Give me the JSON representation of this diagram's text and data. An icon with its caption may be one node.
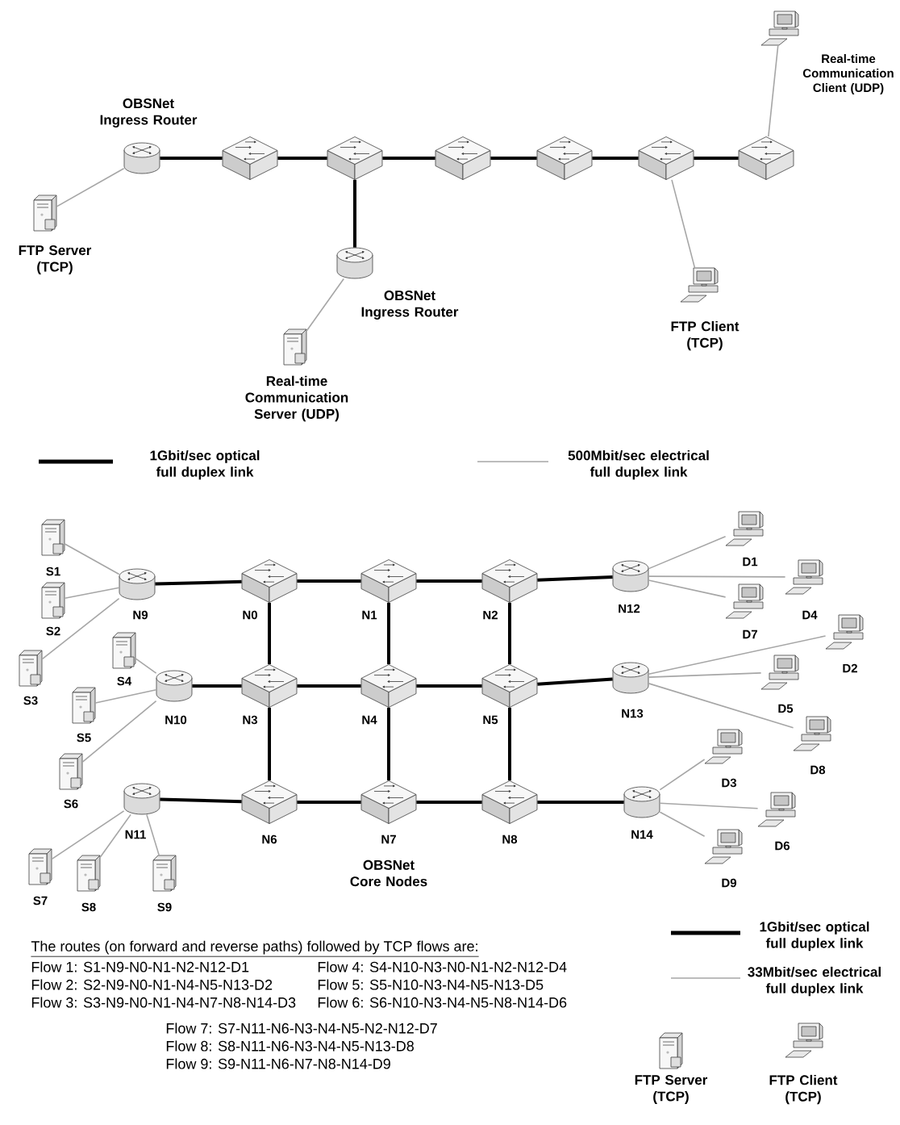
{
  "diagram": {
    "nodes": [
      {
        "text": [
          "Real-time Communication Client (UDP)"
        ]
      },
      {
        "text": [
          "OBSNet Ingress Router"
        ]
      },
      {
        "text": [],
        "shape": "picture"
      },
      {
        "text": [],
        "shape": "picture"
      },
      {
        "text": [],
        "shape": "picture"
      },
      {
        "text": [],
        "shape": "picture"
      },
      {
        "text": [],
        "shape": "picture"
      },
      {
        "text": [],
        "shape": "picture"
      },
      {
        "text": [
          "FTP Server (TCP)"
        ]
      },
      {
        "text": [
          "OBSNet Ingress Router"
        ]
      },
      {
        "text": [
          "FTP Client (TCP)"
        ]
      },
      {
        "text": [
          "Real-time Communication Server (UDP)"
        ]
      },
      {
        "text": [
          "N0"
        ]
      },
      {
        "text": [
          "N1"
        ]
      },
      {
        "text": [
          "N2"
        ]
      },
      {
        "text": [
          "N3"
        ]
      },
      {
        "text": [
          "N4"
        ]
      },
      {
        "text": [
          "N5"
        ]
      },
      {
        "text": [
          "N6"
        ]
      },
      {
        "text": [
          "N7"
        ]
      },
      {
        "text": [
          "N8"
        ]
      },
      {
        "text": [
          "N9"
        ]
      },
      {
        "text": [
          "N10"
        ]
      },
      {
        "text": [
          "N11"
        ]
      },
      {
        "text": [
          "N12"
        ]
      },
      {
        "text": [
          "N13"
        ]
      },
      {
        "text": [
          "N14"
        ]
      },
      {
        "text": [
          "S1"
        ]
      },
      {
        "text": [
          "S2"
        ]
      },
      {
        "text": [
          "S3"
        ]
      },
      {
        "text": [
          "S4"
        ]
      },
      {
        "text": [
          "S5"
        ]
      },
      {
        "text": [
          "S6"
        ]
      },
      {
        "text": [
          "S7"
        ]
      },
      {
        "text": [
          "S8"
        ]
      },
      {
        "text": [
          "S9"
        ]
      },
      {
        "text": [
          "D1"
        ]
      },
      {
        "text": [
          "D2"
        ]
      },
      {
        "text": [
          "D3"
        ]
      },
      {
        "text": [
          "D4"
        ]
      },
      {
        "text": [
          "D5"
        ]
      },
      {
        "text": [
          "D6"
        ]
      },
      {
        "text": [
          "D7"
        ]
      },
      {
        "text": [
          "D8"
        ]
      },
      {
        "text": [
          "D9"
        ]
      }
    ],
    "edges": [
      {
        "from": 1,
        "to": 2,
        "arrow": "none"
      },
      {
        "from": 2,
        "to": 3,
        "arrow": "none"
      },
      {
        "from": 3,
        "to": 4,
        "arrow": "none"
      },
      {
        "from": 4,
        "to": 5,
        "arrow": "none"
      },
      {
        "from": 5,
        "to": 6,
        "arrow": "none"
      },
      {
        "from": 6,
        "to": 7,
        "arrow": "none"
      },
      {
        "from": 3,
        "to": 9,
        "arrow": "none"
      },
      {
        "from": 8,
        "to": 1,
        "arrow": "none",
        "color": "#a6a6a6"
      },
      {
        "from": 11,
        "to": 9,
        "arrow": "none",
        "color": "#a6a6a6"
      },
      {
        "from": 6,
        "to": 10,
        "arrow": "none",
        "color": "#a6a6a6"
      },
      {
        "from": 7,
        "to": 0,
        "arrow": "none",
        "color": "#a6a6a6"
      },
      {
        "from": 21,
        "to": 12,
        "arrow": "none"
      },
      {
        "from": 12,
        "to": 13,
        "arrow": "none"
      },
      {
        "from": 13,
        "to": 14,
        "arrow": "none"
      },
      {
        "from": 14,
        "to": 24,
        "arrow": "none"
      },
      {
        "from": 22,
        "to": 15,
        "arrow": "none"
      },
      {
        "from": 15,
        "to": 16,
        "arrow": "none"
      },
      {
        "from": 16,
        "to": 17,
        "arrow": "none"
      },
      {
        "from": 17,
        "to": 25,
        "arrow": "none"
      },
      {
        "from": 23,
        "to": 18,
        "arrow": "none"
      },
      {
        "from": 18,
        "to": 19,
        "arrow": "none"
      },
      {
        "from": 19,
        "to": 20,
        "arrow": "none"
      },
      {
        "from": 20,
        "to": 26,
        "arrow": "none"
      },
      {
        "from": 12,
        "to": 15,
        "arrow": "none"
      },
      {
        "from": 15,
        "to": 18,
        "arrow": "none"
      },
      {
        "from": 13,
        "to": 16,
        "arrow": "none"
      },
      {
        "from": 16,
        "to": 19,
        "arrow": "none"
      },
      {
        "from": 14,
        "to": 17,
        "arrow": "none"
      },
      {
        "from": 17,
        "to": 20,
        "arrow": "none"
      },
      {
        "from": 27,
        "to": 21,
        "arrow": "none",
        "color": "#a6a6a6"
      },
      {
        "from": 28,
        "to": 21,
        "arrow": "none",
        "color": "#a6a6a6"
      },
      {
        "from": 29,
        "to": 21,
        "arrow": "none",
        "color": "#a6a6a6"
      },
      {
        "from": 30,
        "to": 22,
        "arrow": "none",
        "color": "#a6a6a6"
      },
      {
        "from": 31,
        "to": 22,
        "arrow": "none",
        "color": "#a6a6a6"
      },
      {
        "from": 32,
        "to": 22,
        "arrow": "none",
        "color": "#a6a6a6"
      },
      {
        "from": 33,
        "to": 23,
        "arrow": "none",
        "color": "#a6a6a6"
      },
      {
        "from": 34,
        "to": 23,
        "arrow": "none",
        "color": "#a6a6a6"
      },
      {
        "from": 35,
        "to": 23,
        "arrow": "none",
        "color": "#a6a6a6"
      },
      {
        "from": 24,
        "to": 36,
        "arrow": "none",
        "color": "#a6a6a6"
      },
      {
        "from": 24,
        "to": 39,
        "arrow": "none",
        "color": "#a6a6a6"
      },
      {
        "from": 24,
        "to": 42,
        "arrow": "none",
        "color": "#a6a6a6"
      },
      {
        "from": 25,
        "to": 37,
        "arrow": "none",
        "color": "#a6a6a6"
      },
      {
        "from": 25,
        "to": 40,
        "arrow": "none",
        "color": "#a6a6a6"
      },
      {
        "from": 25,
        "to": 43,
        "arrow": "none",
        "color": "#a6a6a6"
      },
      {
        "from": 26,
        "to": 38,
        "arrow": "none",
        "color": "#a6a6a6"
      },
      {
        "from": 26,
        "to": 41,
        "arrow": "none",
        "color": "#a6a6a6"
      },
      {
        "from": 26,
        "to": 44,
        "arrow": "none",
        "color": "#a6a6a6"
      }
    ],
    "labels": [
      "OBSNet Core Nodes",
      "The routes (on forward and reverse paths) followed by TCP flows are:",
      "Flow 1: S1-N9-N0-N1-N2-N12-D1",
      "Flow 4: S4-N10-N3-N0-N1-N2-N12-D4",
      "Flow 2: S2-N9-N0-N1-N4-N5-N13-D2",
      "Flow 5: S5-N10-N3-N4-N5-N13-D5",
      "Flow 3: S3-N9-N0-N1-N4-N7-N8-N14-D3",
      "Flow 6: S6-N10-N3-N4-N5-N8-N14-D6",
      "Flow 7: S7-N11-N6-N3-N4-N5-N2-N12-D7",
      "Flow 8: S8-N11-N6-N3-N4-N5-N13-D8",
      "Flow 9: S9-N11-N6-N7-N8-N14-D9"
    ],
    "legend": [
      {
        "text": "1Gbit/sec optical full duplex link"
      },
      {
        "text": "500Mbit/sec electrical full duplex link"
      },
      {
        "text": "1Gbit/sec optical full duplex link"
      },
      {
        "text": "33Mbit/sec electrical full duplex link"
      },
      {
        "text": "FTP Server (TCP)"
      },
      {
        "text": "FTP Client (TCP)"
      }
    ]
  }
}
